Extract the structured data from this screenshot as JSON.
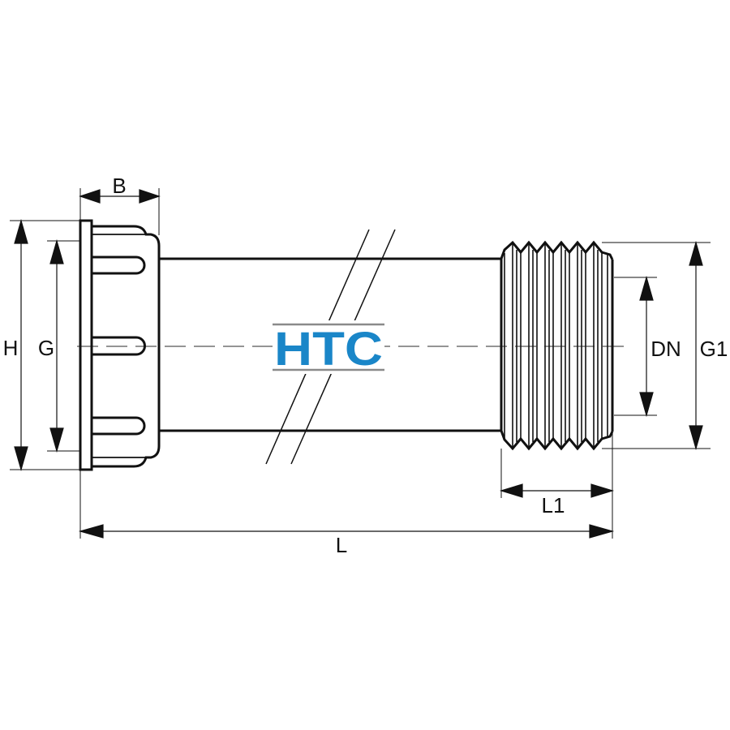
{
  "labels": {
    "B": "B",
    "H": "H",
    "G": "G",
    "DN": "DN",
    "G1": "G1",
    "L1": "L1",
    "L": "L"
  },
  "logo": {
    "text": "HTC",
    "color": "#1a86c8",
    "rule_color": "#8a8a8a"
  },
  "colors": {
    "line": "#111111",
    "centerline": "#555555"
  }
}
